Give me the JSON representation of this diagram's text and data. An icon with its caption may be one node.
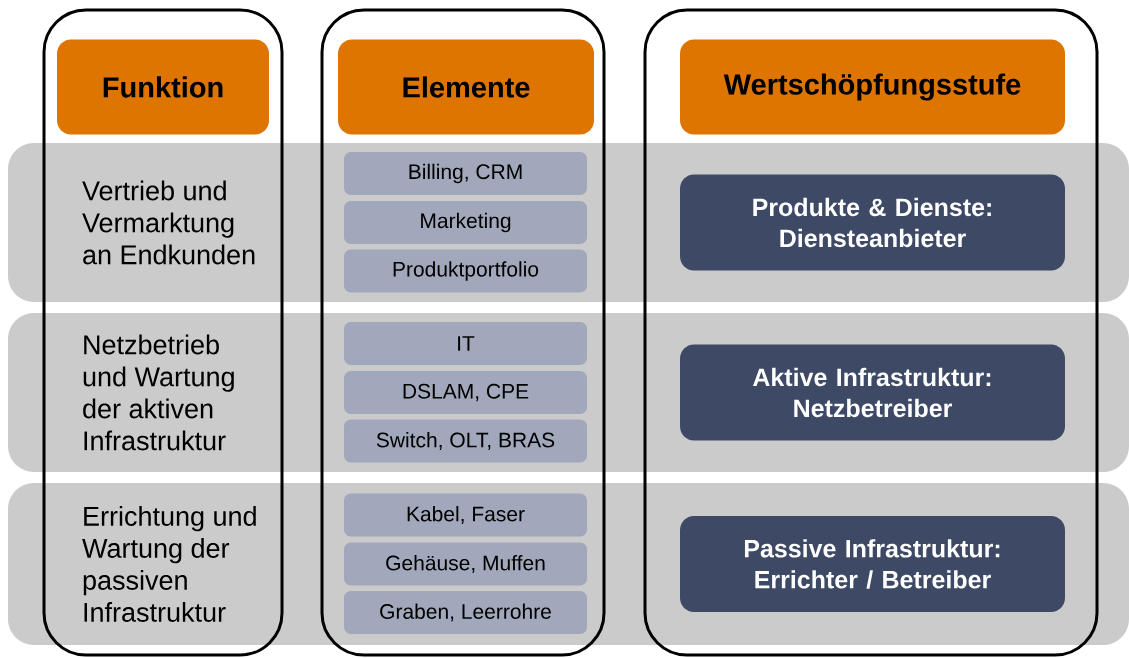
{
  "diagram": {
    "nodes": [
      {
        "text": [
          "Funktion"
        ]
      },
      {
        "text": [
          "Elemente"
        ]
      },
      {
        "text": [
          "Wertschöpfungsstufe"
        ]
      },
      {
        "text": [
          "Vertrieb und Vermarktung an Endkunden"
        ]
      },
      {
        "text": [
          "Billing, CRM"
        ],
        "in": 3
      },
      {
        "text": [
          "Marketing"
        ],
        "in": 3
      },
      {
        "text": [
          "Produktportfolio"
        ],
        "in": 3
      },
      {
        "text": [
          "Produkte & Dienste: Diensteanbieter"
        ],
        "in": 3
      },
      {
        "text": [
          "Netzbetrieb und Wartung der aktiven Infrastruktur"
        ]
      },
      {
        "text": [
          "IT"
        ],
        "in": 8
      },
      {
        "text": [
          "DSLAM, CPE"
        ],
        "in": 8
      },
      {
        "text": [
          "Switch, OLT, BRAS"
        ],
        "in": 8
      },
      {
        "text": [
          "Aktive Infrastruktur: Netzbetreiber"
        ],
        "in": 8
      },
      {
        "text": [
          "Errichtung und Wartung der passiven Infrastruktur"
        ]
      },
      {
        "text": [
          "Kabel, Faser"
        ],
        "in": 13
      },
      {
        "text": [
          "Gehäuse, Muffen"
        ],
        "in": 13
      },
      {
        "text": [
          "Graben, Leerrohre"
        ],
        "in": 13
      },
      {
        "text": [
          "Passive Infrastruktur: Errichter / Betreiber"
        ],
        "in": 13
      }
    ]
  }
}
